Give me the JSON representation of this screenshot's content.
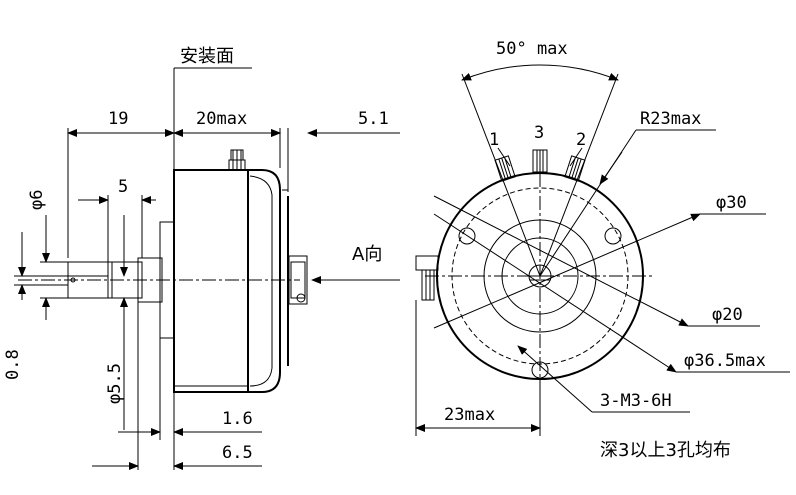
{
  "side_view": {
    "mount_face_label": "安装面",
    "dim_shaft_length": "19",
    "dim_body_length": "20max",
    "dim_rear_extension": "5.1",
    "dim_flat_length": "5",
    "dim_shaft_dia": "φ6",
    "dim_flat_width": "0.8",
    "dim_flat_dia": "φ5.5",
    "dim_flange_thickness": "1.6",
    "dim_bush_offset": "6.5",
    "view_direction_label": "A向"
  },
  "front_view": {
    "dim_terminal_angle": "50° max",
    "dim_radius": "R23max",
    "terminal_label_1": "1",
    "terminal_label_3": "3",
    "terminal_label_2": "2",
    "dim_dia_30": "φ30",
    "dim_dia_20": "φ20",
    "dim_dia_body": "φ36.5max",
    "dim_width": "23max",
    "hole_spec": "3-M3-6H",
    "hole_note": "深3以上3孔均布"
  }
}
